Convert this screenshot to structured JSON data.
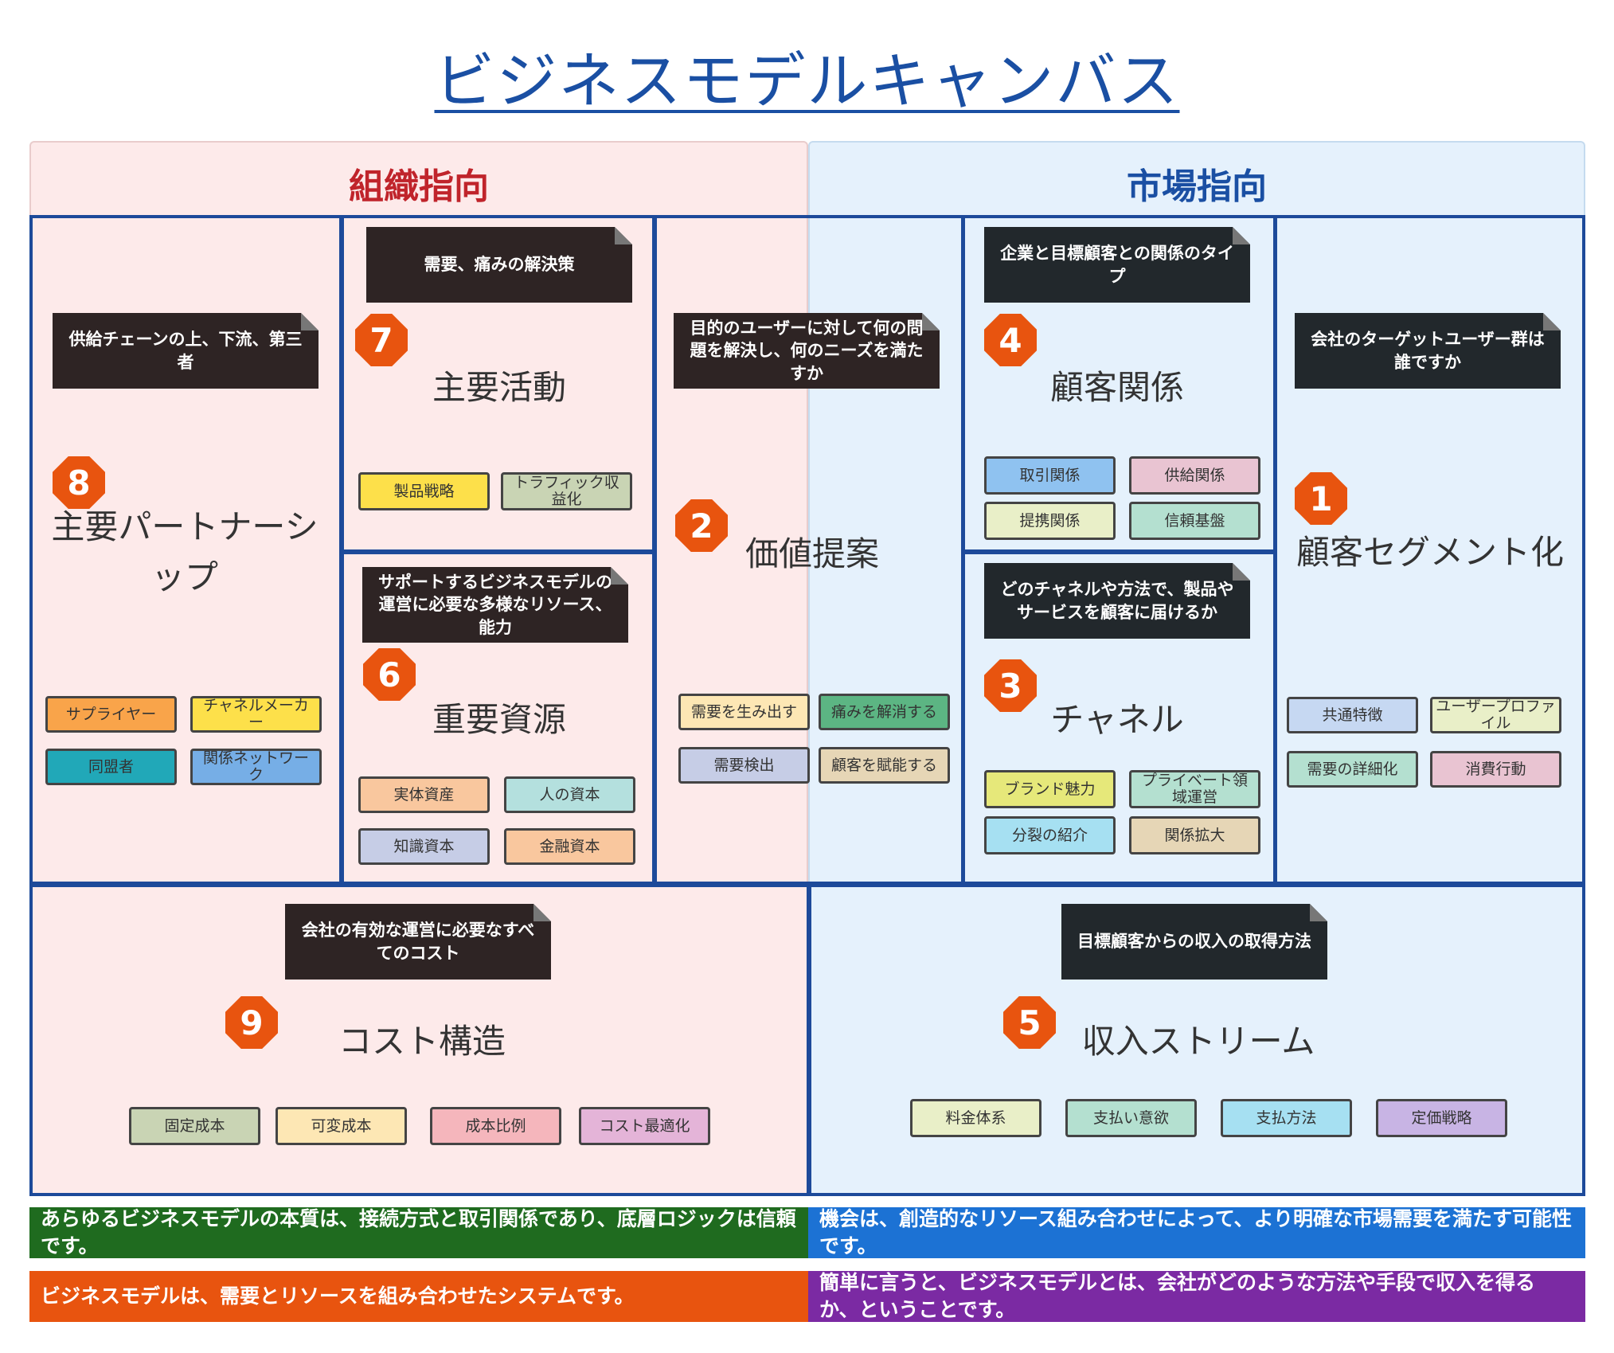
{
  "title": "ビジネスモデルキャンバス",
  "orientation": {
    "organization": "組織指向",
    "market": "市場指向"
  },
  "blocks": {
    "partners": {
      "number": "8",
      "label": "主要パートナーシップ",
      "note": "供給チェーンの上、下流、第三者",
      "chips": [
        "サプライヤー",
        "チャネルメーカー",
        "同盟者",
        "関係ネットワーク"
      ]
    },
    "activities": {
      "number": "7",
      "label": "主要活動",
      "note": "需要、痛みの解決策",
      "chips": [
        "製品戦略",
        "トラフィック収益化"
      ]
    },
    "resources": {
      "number": "6",
      "label": "重要資源",
      "note": "サポートするビジネスモデルの運営に必要な多様なリソース、能力",
      "chips": [
        "実体資産",
        "人の資本",
        "知識資本",
        "金融資本"
      ]
    },
    "value": {
      "number": "2",
      "label": "価値提案",
      "note": "目的のユーザーに対して何の問題を解決し、何のニーズを満たすか",
      "chips": [
        "需要を生み出す",
        "痛みを解消する",
        "需要検出",
        "顧客を賦能する"
      ]
    },
    "relationships": {
      "number": "4",
      "label": "顧客関係",
      "note": "企業と目標顧客との関係のタイプ",
      "chips": [
        "取引関係",
        "供給関係",
        "提携関係",
        "信頼基盤"
      ]
    },
    "channels": {
      "number": "3",
      "label": "チャネル",
      "note": "どのチャネルや方法で、製品やサービスを顧客に届けるか",
      "chips": [
        "ブランド魅力",
        "プライベート領域運営",
        "分裂の紹介",
        "関係拡大"
      ]
    },
    "segments": {
      "number": "1",
      "label": "顧客セグメント化",
      "note": "会社のターゲットユーザー群は誰ですか",
      "chips": [
        "共通特徴",
        "ユーザープロファイル",
        "需要の詳細化",
        "消費行動"
      ]
    },
    "costs": {
      "number": "9",
      "label": "コスト構造",
      "note": "会社の有効な運営に必要なすべてのコスト",
      "chips": [
        "固定成本",
        "可変成本",
        "成本比例",
        "コスト最適化"
      ]
    },
    "revenue": {
      "number": "5",
      "label": "収入ストリーム",
      "note": "目標顧客からの収入の取得方法",
      "chips": [
        "料金体系",
        "支払い意欲",
        "支払方法",
        "定価戦略"
      ]
    }
  },
  "banners": [
    "あらゆるビジネスモデルの本質は、接続方式と取引関係であり、底層ロジックは信頼です。",
    "機会は、創造的なリソース組み合わせによって、より明確な市場需要を満たす可能性です。",
    "ビジネスモデルは、需要とリソースを組み合わせたシステムです。",
    "簡単に言うと、ビジネスモデルとは、会社がどのような方法や手段で収入を得るか、ということです。"
  ],
  "colors": {
    "frame": "#1d4a9a",
    "org_bg": "#fdeaea",
    "market_bg": "#e5f1fc",
    "badge": "#e8540f",
    "banner_green": "#1f6b1f",
    "banner_blue": "#1c72d4",
    "banner_orange": "#e8540f",
    "banner_purple": "#7b2aa3"
  }
}
